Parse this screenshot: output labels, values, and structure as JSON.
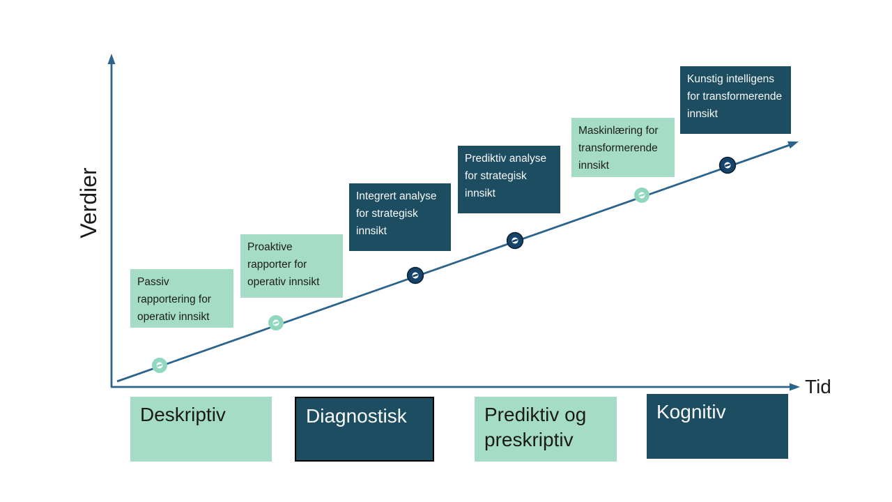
{
  "axes": {
    "y_label": "Verdier",
    "x_label": "Tid"
  },
  "stages": [
    {
      "label": "Passiv rapportering for operativ innsikt",
      "variant": "light"
    },
    {
      "label": "Proaktive rapporter for operativ innsikt",
      "variant": "light"
    },
    {
      "label": "Integrert analyse for strategisk innsikt",
      "variant": "dark"
    },
    {
      "label": "Prediktiv analyse for strategisk innsikt",
      "variant": "dark"
    },
    {
      "label": "Maskinlæring for transformerende innsikt",
      "variant": "light"
    },
    {
      "label": "Kunstig intelligens for transformerende innsikt",
      "variant": "dark"
    }
  ],
  "categories": [
    {
      "label": "Deskriptiv",
      "variant": "light",
      "bordered": false
    },
    {
      "label": "Diagnostisk",
      "variant": "dark",
      "bordered": true
    },
    {
      "label": "Prediktiv og preskriptiv",
      "variant": "light",
      "bordered": false
    },
    {
      "label": "Kognitiv",
      "variant": "dark",
      "bordered": false
    }
  ],
  "colors": {
    "light_box": "#a4dcc6",
    "dark_box": "#1d4d61",
    "line": "#2a648c",
    "marker_light": "#8fd7bd",
    "marker_dark": "#16436a",
    "marker_dark_outline": "#0b2438"
  }
}
